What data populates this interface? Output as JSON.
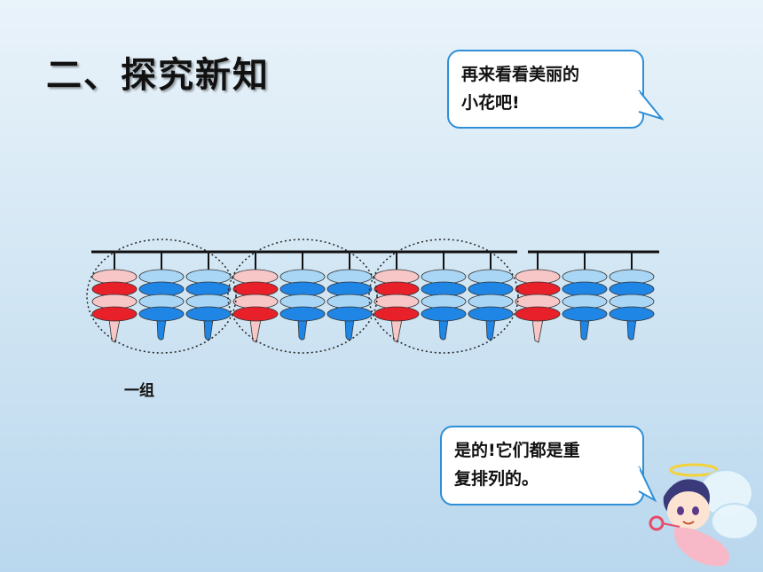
{
  "title": "二、探究新知",
  "bubble_top": {
    "line1": "再来看看美丽的",
    "line2": "小花吧!"
  },
  "bubble_bottom": {
    "line1": "是的!它们都是重",
    "line2": "复排列的。"
  },
  "group_label": "一组",
  "pattern": {
    "flower_sequence": [
      "red",
      "blue",
      "blue",
      "red",
      "blue",
      "blue",
      "red",
      "blue",
      "blue",
      "red",
      "blue",
      "blue"
    ],
    "circled_groups": 3
  },
  "colors": {
    "red_light": "#f7c6c6",
    "red_dark": "#e8202a",
    "blue_light": "#a9d6f5",
    "blue_dark": "#1f86e6",
    "bubble_border": "#2e8fd6"
  }
}
